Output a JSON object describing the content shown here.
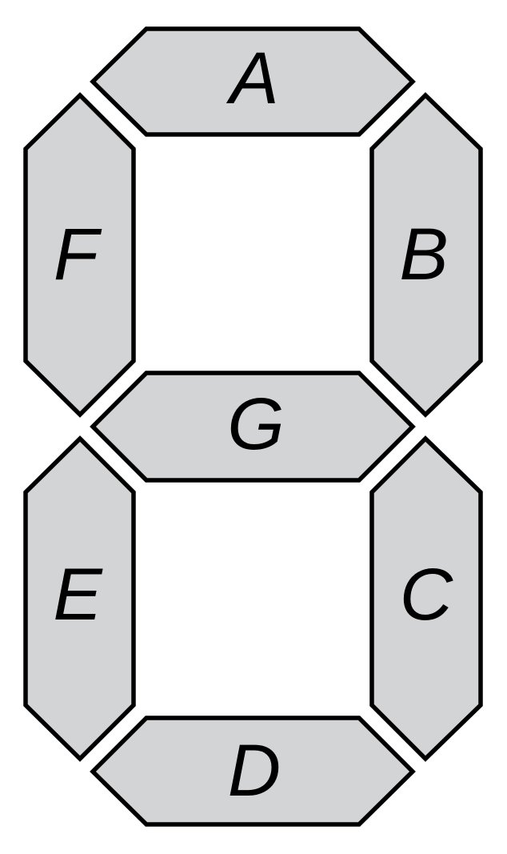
{
  "display": {
    "segment_fill": "#d3d4d6",
    "segment_stroke": "#000000",
    "background": "#ffffff",
    "segments": [
      {
        "id": "A",
        "label": "A"
      },
      {
        "id": "B",
        "label": "B"
      },
      {
        "id": "C",
        "label": "C"
      },
      {
        "id": "D",
        "label": "D"
      },
      {
        "id": "E",
        "label": "E"
      },
      {
        "id": "F",
        "label": "F"
      },
      {
        "id": "G",
        "label": "G"
      }
    ]
  }
}
